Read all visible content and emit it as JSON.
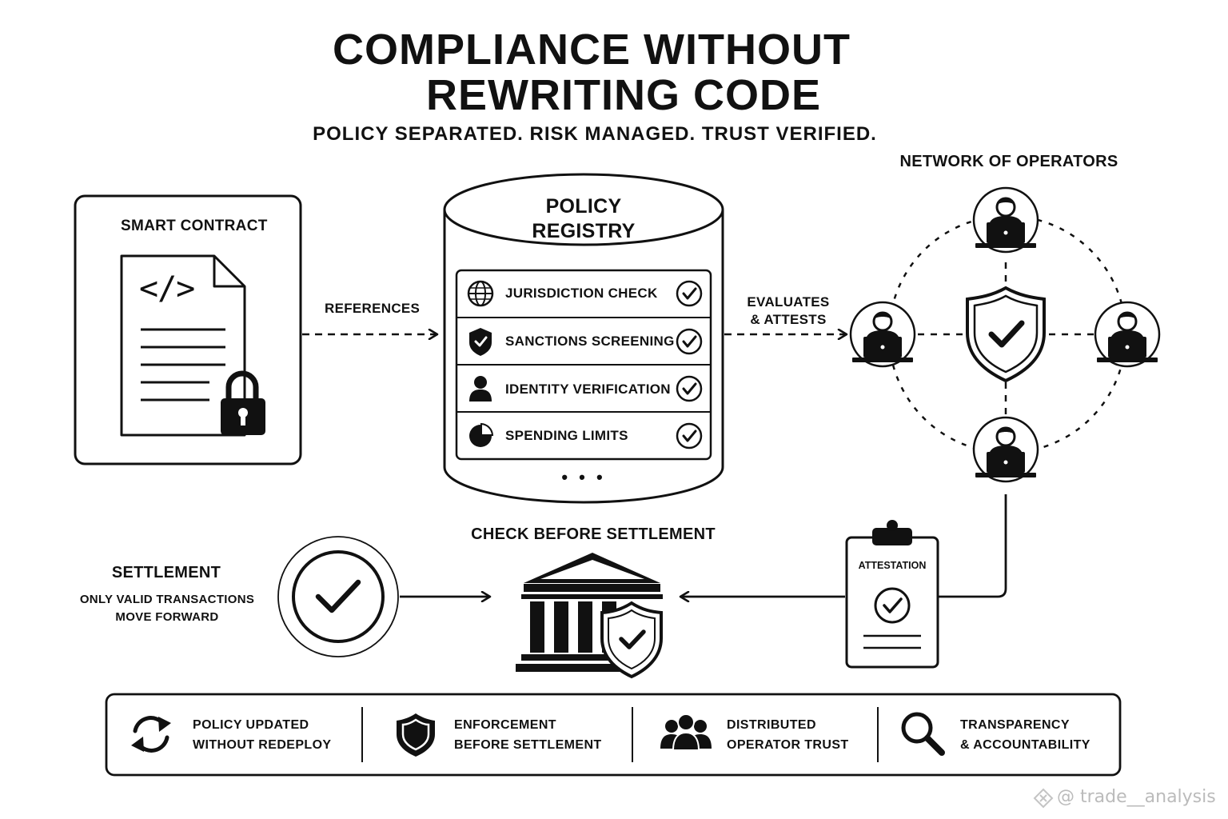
{
  "title": {
    "line1": "COMPLIANCE WITHOUT",
    "line2": "REWRITING CODE",
    "subtitle": "POLICY SEPARATED. RISK MANAGED. TRUST VERIFIED."
  },
  "smart_contract": {
    "label": "SMART CONTRACT",
    "code_glyph": "</>"
  },
  "arrows": {
    "references": "REFERENCES",
    "evaluates_line1": "EVALUATES",
    "evaluates_line2": "& ATTESTS"
  },
  "policy_registry": {
    "title_line1": "POLICY",
    "title_line2": "REGISTRY",
    "rows": [
      {
        "label": "JURISDICTION CHECK",
        "icon": "globe-icon"
      },
      {
        "label": "SANCTIONS SCREENING",
        "icon": "shield-check-icon"
      },
      {
        "label": "IDENTITY VERIFICATION",
        "icon": "person-icon"
      },
      {
        "label": "SPENDING LIMITS",
        "icon": "pie-chart-icon"
      }
    ],
    "ellipsis": "• • •"
  },
  "network": {
    "title": "NETWORK OF OPERATORS"
  },
  "attestation": {
    "label": "ATTESTATION"
  },
  "check": {
    "title": "CHECK BEFORE SETTLEMENT"
  },
  "settlement": {
    "title": "SETTLEMENT",
    "desc_line1": "ONLY VALID TRANSACTIONS",
    "desc_line2": "MOVE FORWARD"
  },
  "features": [
    {
      "line1": "POLICY UPDATED",
      "line2": "WITHOUT REDEPLOY",
      "icon": "refresh-icon"
    },
    {
      "line1": "ENFORCEMENT",
      "line2": "BEFORE SETTLEMENT",
      "icon": "shield-icon"
    },
    {
      "line1": "DISTRIBUTED",
      "line2": "OPERATOR TRUST",
      "icon": "group-icon"
    },
    {
      "line1": "TRANSPARENCY",
      "line2": "& ACCOUNTABILITY",
      "icon": "magnifier-icon"
    }
  ],
  "watermark": "@ trade__analysis"
}
